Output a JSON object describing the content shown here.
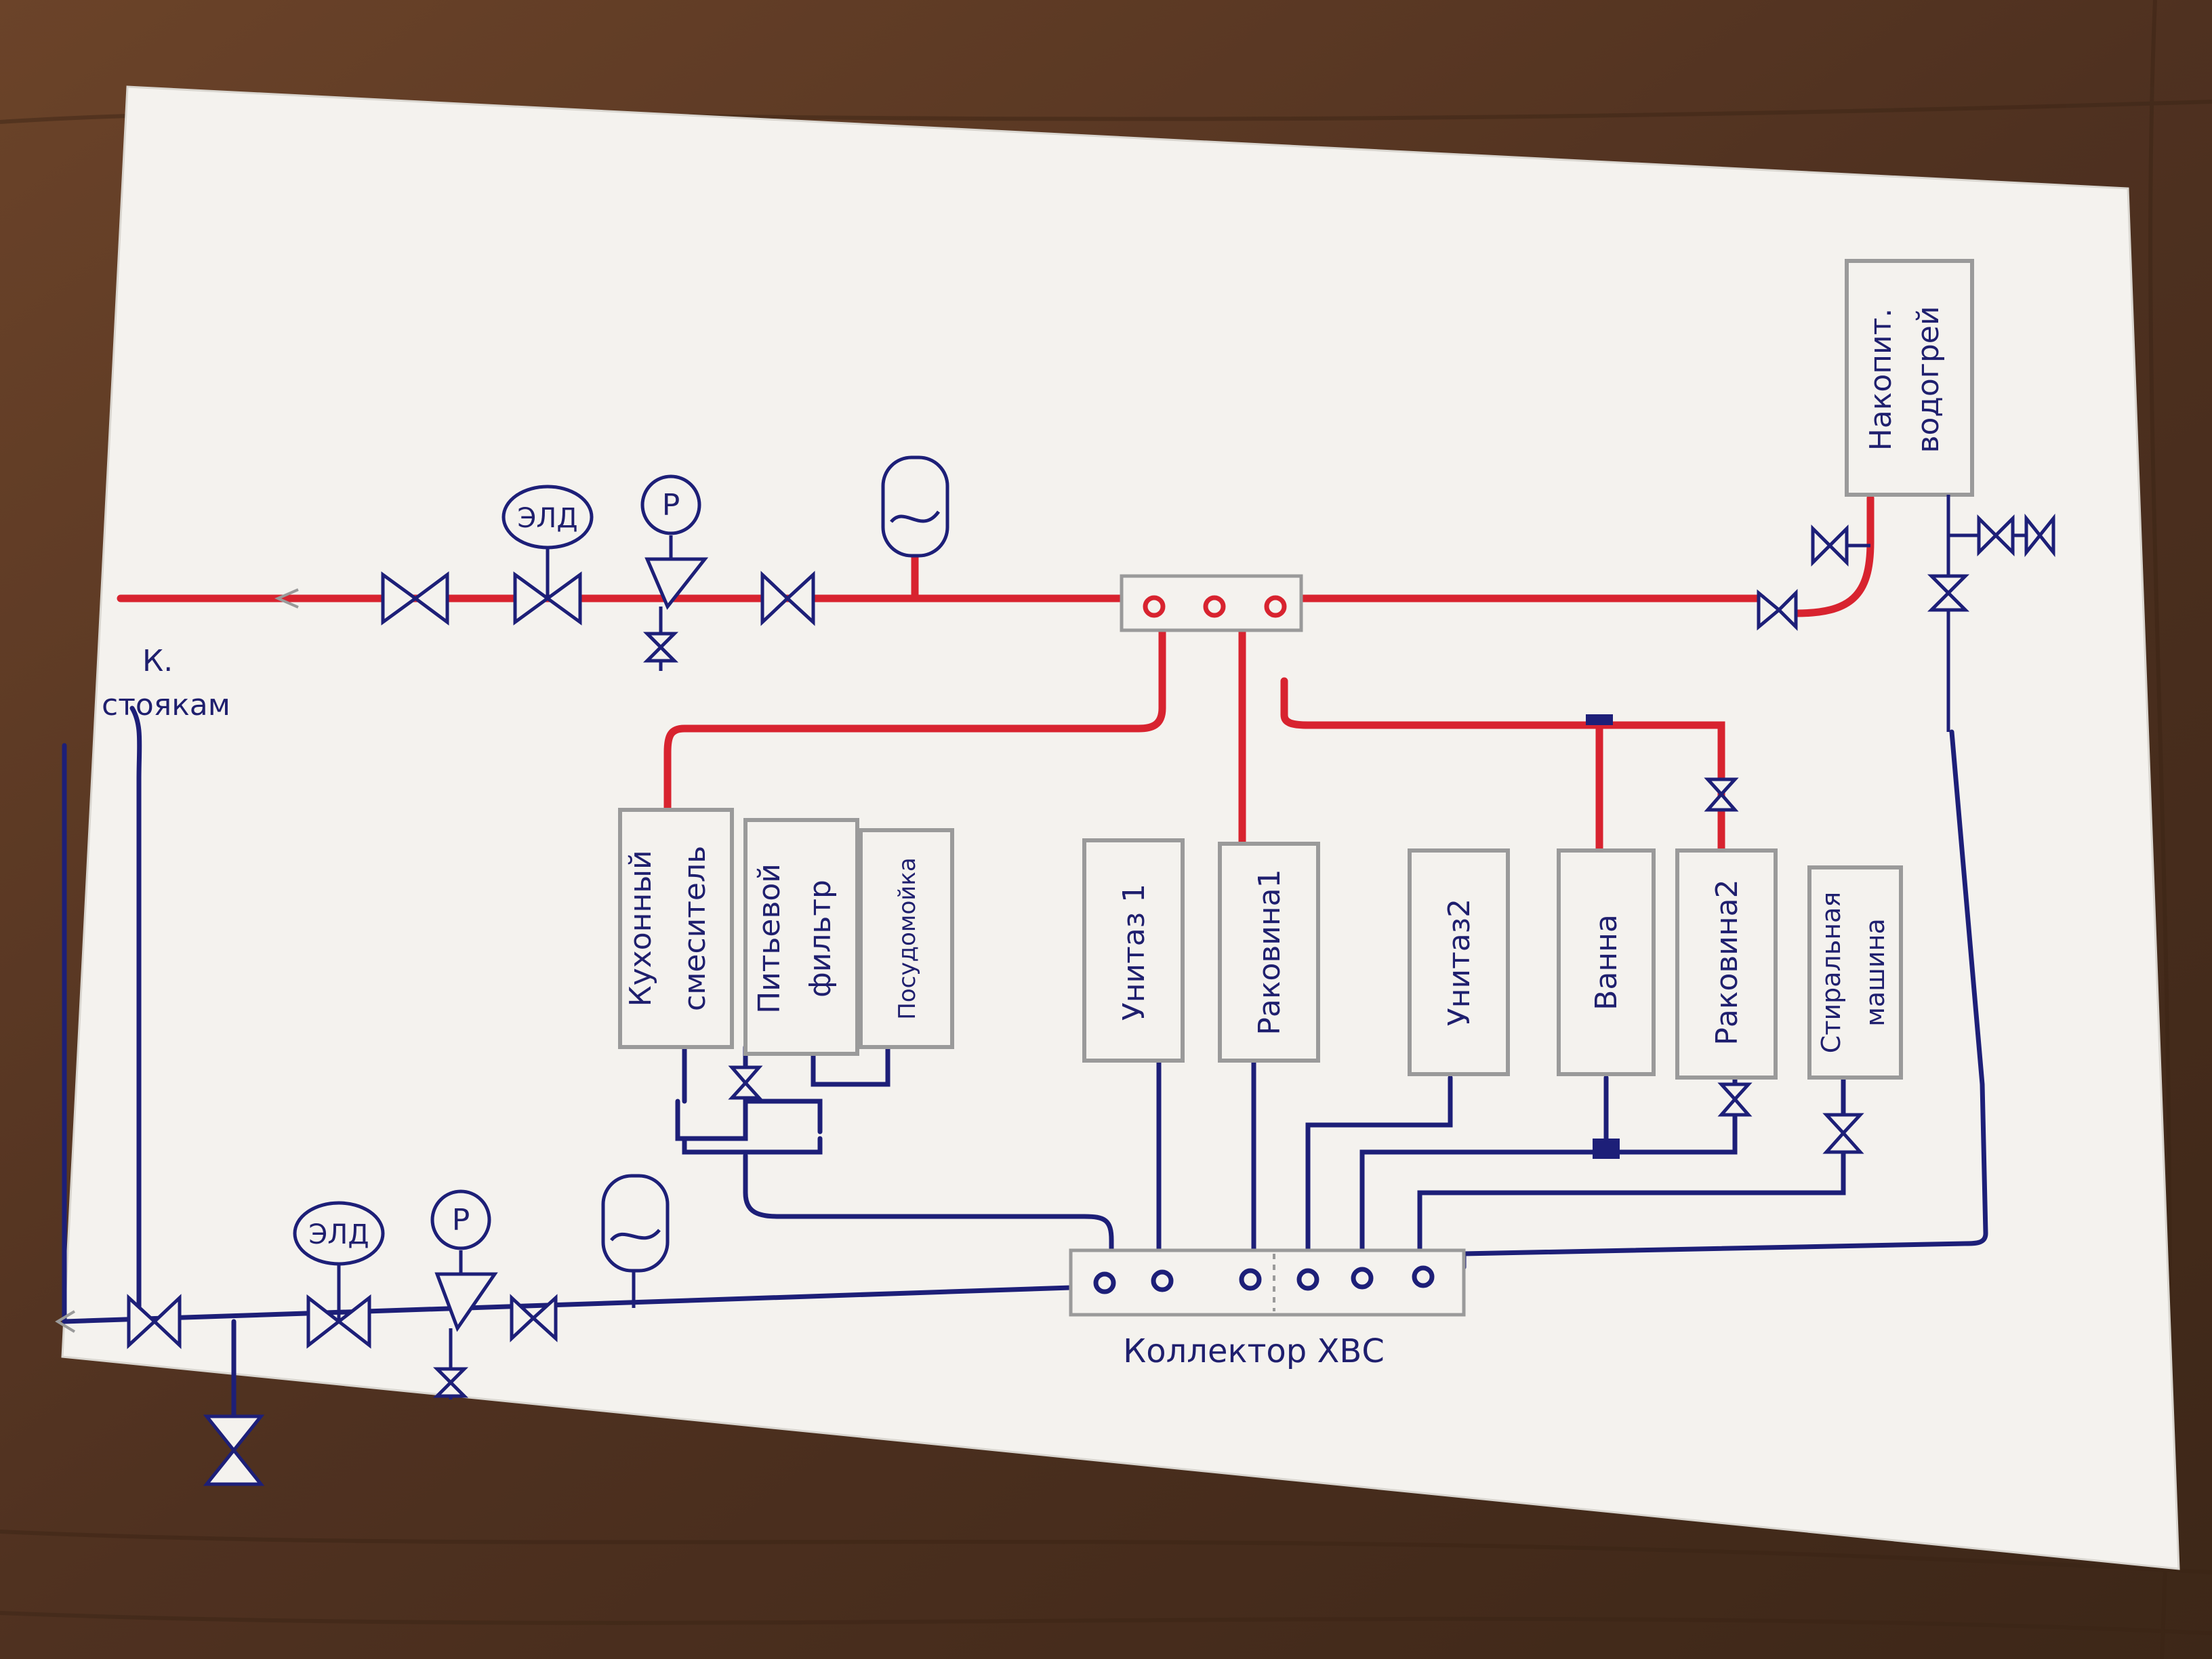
{
  "colors": {
    "table_bg": "#5b3923",
    "paper": "#f4f2ee",
    "hot_pipe": "#d8232f",
    "cold_pipe": "#1d1f78",
    "pencil": "#9a9a9a",
    "ink": "#1f1f6e"
  },
  "labels": {
    "risers": "К. стоякам",
    "risers_line1": "К.",
    "risers_line2": "стоякам",
    "cold_collector": "Коллектор ХВС",
    "heater_line1": "Накопит.",
    "heater_line2": "водогрей",
    "edd": "ЭЛД",
    "pressure": "Р"
  },
  "fixtures": [
    {
      "id": "kitchen-mixer",
      "line1": "Кухонный",
      "line2": "смеситель"
    },
    {
      "id": "drinking-filter",
      "line1": "Питьевой",
      "line2": "фильтр"
    },
    {
      "id": "dishwasher",
      "line1": "Посудомойка",
      "line2": ""
    },
    {
      "id": "toilet-1",
      "line1": "Унитаз 1",
      "line2": ""
    },
    {
      "id": "sink-1",
      "line1": "Раковина1",
      "line2": ""
    },
    {
      "id": "toilet-2",
      "line1": "Унитаз2",
      "line2": ""
    },
    {
      "id": "bath",
      "line1": "Ванна",
      "line2": ""
    },
    {
      "id": "sink-2",
      "line1": "Раковина2",
      "line2": ""
    },
    {
      "id": "washing-machine",
      "line1": "Стиральная",
      "line2": "машина"
    }
  ]
}
